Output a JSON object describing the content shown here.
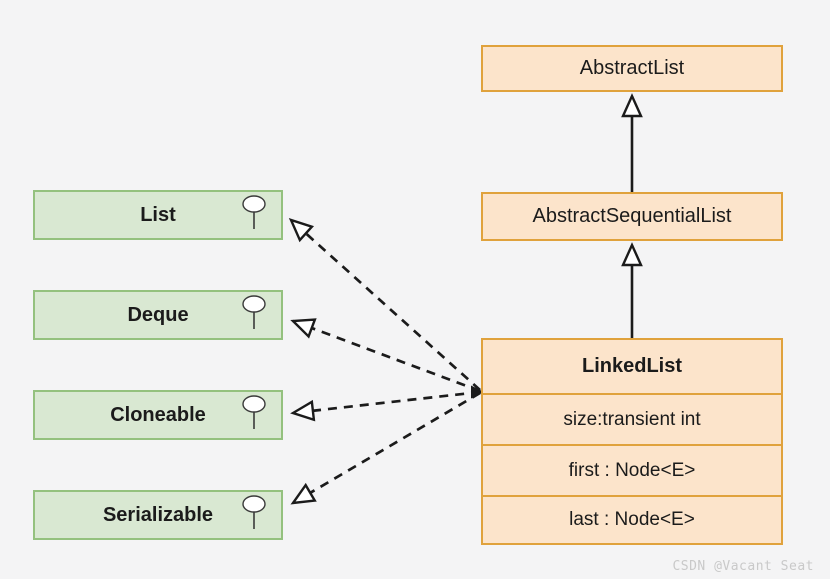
{
  "diagram": {
    "kind": "uml-class-diagram",
    "watermark": "CSDN @Vacant Seat",
    "background_color": "#f4f4f5"
  },
  "colors": {
    "class_fill": "#fce4cb",
    "class_border": "#e0a23c",
    "interface_fill": "#d9e8d2",
    "interface_border": "#94c17e",
    "line": "#1b1b1b",
    "watermark": "#c9c9c9"
  },
  "classes": {
    "abstract_list": {
      "name": "AbstractList"
    },
    "abstract_sequential_list": {
      "name": "AbstractSequentialList"
    },
    "linked_list": {
      "name": "LinkedList",
      "fields": [
        "size:transient int",
        "first : Node<E>",
        "last : Node<E>"
      ]
    }
  },
  "interfaces": [
    {
      "name": "List"
    },
    {
      "name": "Deque"
    },
    {
      "name": "Cloneable"
    },
    {
      "name": "Serializable"
    }
  ],
  "relationships": {
    "extends": [
      "AbstractSequentialList -> AbstractList",
      "LinkedList -> AbstractSequentialList"
    ],
    "implements": [
      "LinkedList -> List",
      "LinkedList -> Deque",
      "LinkedList -> Cloneable",
      "LinkedList -> Serializable"
    ]
  }
}
